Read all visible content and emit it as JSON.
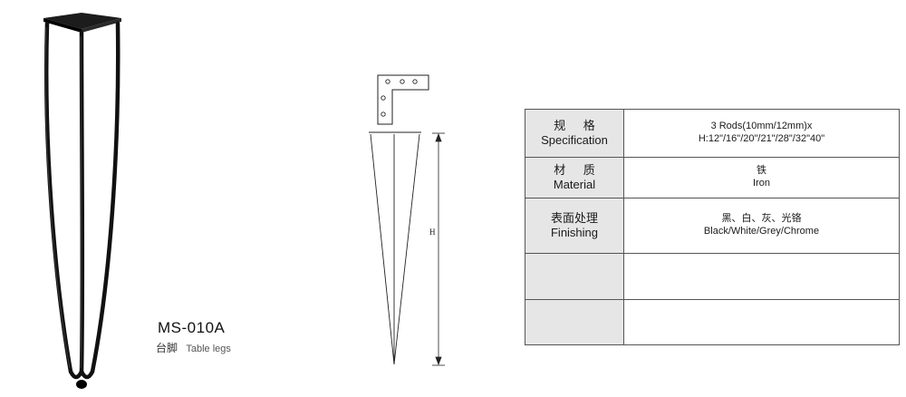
{
  "product": {
    "model": "MS-010A",
    "name_cn": "台脚",
    "name_en": "Table legs"
  },
  "drawing": {
    "dimension_label": "H"
  },
  "spec_table": {
    "rows": [
      {
        "label_cn": "规 格",
        "label_en": "Specification",
        "value_lines": [
          "3 Rods(10mm/12mm)x",
          "H:12\"/16\"/20\"/21\"/28\"/32\"40\""
        ]
      },
      {
        "label_cn": "材 质",
        "label_en": "Material",
        "value_lines": [
          "铁",
          "Iron"
        ]
      },
      {
        "label_cn": "表面处理",
        "label_en": "Finishing",
        "value_lines": [
          "黑、白、灰、光铬",
          "Black/White/Grey/Chrome"
        ]
      },
      {
        "label_cn": "",
        "label_en": "",
        "value_lines": [
          "",
          ""
        ]
      },
      {
        "label_cn": "",
        "label_en": "",
        "value_lines": [
          "",
          ""
        ]
      }
    ]
  },
  "colors": {
    "leg": "#111111",
    "label_bg": "#e6e6e6",
    "border": "#555555"
  }
}
